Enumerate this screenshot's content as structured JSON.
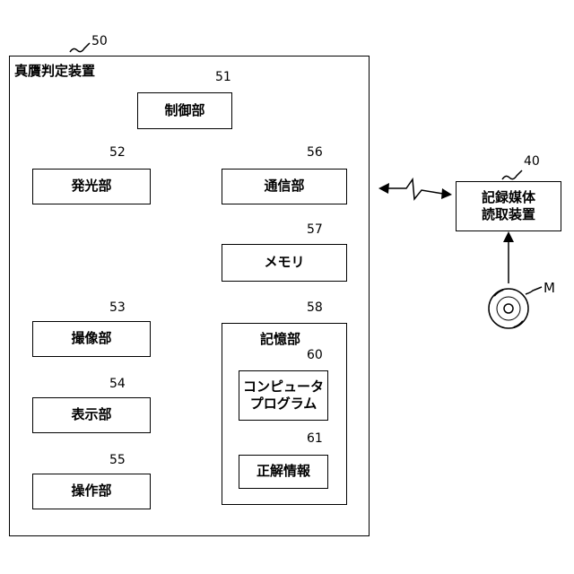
{
  "device": {
    "ref": "50",
    "title": "真贋判定装置"
  },
  "blocks": {
    "control": {
      "ref": "51",
      "label": "制御部"
    },
    "emitter": {
      "ref": "52",
      "label": "発光部"
    },
    "imaging": {
      "ref": "53",
      "label": "撮像部"
    },
    "display": {
      "ref": "54",
      "label": "表示部"
    },
    "operation": {
      "ref": "55",
      "label": "操作部"
    },
    "comm": {
      "ref": "56",
      "label": "通信部"
    },
    "memory": {
      "ref": "57",
      "label": "メモリ"
    },
    "storage": {
      "ref": "58",
      "label": "記憶部"
    },
    "program": {
      "ref": "60",
      "line1": "コンピュータ",
      "line2": "プログラム"
    },
    "answer": {
      "ref": "61",
      "label": "正解情報"
    }
  },
  "reader": {
    "ref": "40",
    "line1": "記録媒体",
    "line2": "読取装置"
  },
  "medium": {
    "ref": "M"
  }
}
